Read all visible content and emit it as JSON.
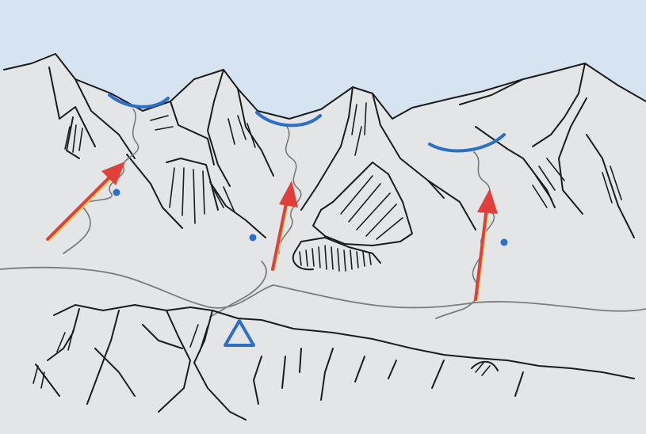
{
  "figure": {
    "kind": "glacial landscape sketch",
    "colors": {
      "sky": "#d6e3f1",
      "ground": "#e3e4e5",
      "line": "#1c1c1c",
      "river": "#7c7c7c",
      "cirque_marker": "#2b6fc7",
      "arrow": "#e0403a",
      "arrow_highlight": "#f2d24a"
    },
    "markers": {
      "brackets": 3,
      "dots": 3,
      "arrows": 3,
      "triangles": 1
    },
    "icons": [
      "bracket-marker",
      "dot-marker",
      "upward-arrow",
      "triangle-marker"
    ]
  }
}
